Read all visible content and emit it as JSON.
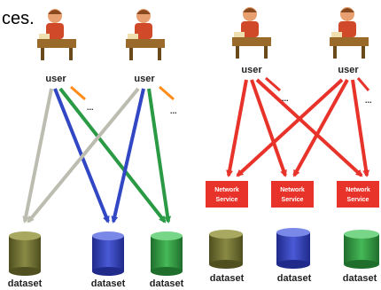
{
  "caption": "ces.",
  "left_panel": {
    "users": [
      {
        "label": "user",
        "ellipsis": "..."
      },
      {
        "label": "user",
        "ellipsis": "..."
      }
    ],
    "datasets": [
      {
        "label": "dataset",
        "color": "#6b6b2e"
      },
      {
        "label": "dataset",
        "color": "#2f3fb5"
      },
      {
        "label": "dataset",
        "color": "#2e9a3e"
      }
    ],
    "arrow_colors": {
      "gray": "#bcbcb0",
      "blue": "#3247c4",
      "green": "#2a9a45",
      "orange": "#ff8c1a"
    }
  },
  "right_panel": {
    "users": [
      {
        "label": "user",
        "ellipsis": "..."
      },
      {
        "label": "user",
        "ellipsis": "..."
      }
    ],
    "services": [
      {
        "line1": "Network",
        "line2": "Service"
      },
      {
        "line1": "Network",
        "line2": "Service"
      },
      {
        "line1": "Network",
        "line2": "Service"
      }
    ],
    "datasets": [
      {
        "label": "dataset",
        "color": "#6b6b2e"
      },
      {
        "label": "dataset",
        "color": "#2f3fb5"
      },
      {
        "label": "dataset",
        "color": "#2e9a3e"
      }
    ],
    "arrow_color": "#e8332a",
    "service_color": "#e8332a"
  }
}
